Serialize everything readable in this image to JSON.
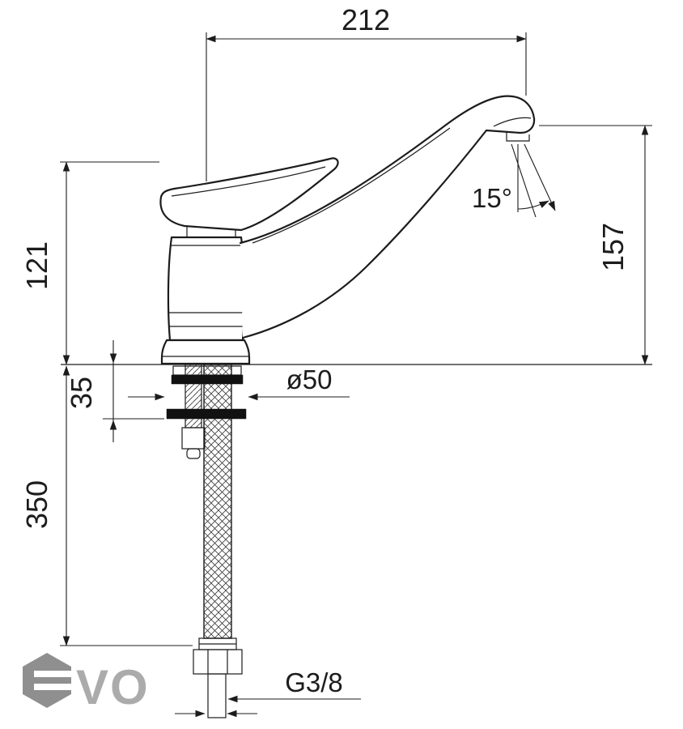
{
  "drawing": {
    "labels": {
      "spout_reach": "212",
      "body_height": "121",
      "outlet_height": "157",
      "stream_angle": "15°",
      "base_diameter": "ø50",
      "deck_clamp": "35",
      "hose_length": "350",
      "thread": "G3/8"
    },
    "logo_text": "VO",
    "colors": {
      "line": "#1c1c1c",
      "logo_gray": "#9a9a9a"
    }
  }
}
